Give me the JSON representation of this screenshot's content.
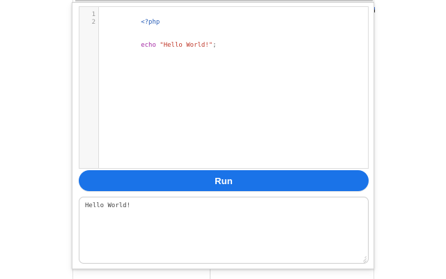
{
  "popup": {
    "name": "php-runner-popup"
  },
  "editor": {
    "name": "php-code-editor",
    "language": "php",
    "line_numbers": [
      "1",
      "2"
    ],
    "lines": [
      {
        "number": "1",
        "tokens": [
          {
            "text": "<?php",
            "type": "tag"
          }
        ]
      },
      {
        "number": "2",
        "tokens": [
          {
            "text": "echo",
            "type": "keyword"
          },
          {
            "text": " ",
            "type": "plain"
          },
          {
            "text": "\"Hello World!\"",
            "type": "string"
          },
          {
            "text": ";",
            "type": "punct"
          }
        ]
      }
    ],
    "plain_text": "<?php\necho \"Hello World!\";"
  },
  "toolbar": {
    "run_label": "Run",
    "run_color": "#1a73e8"
  },
  "output": {
    "name": "output-console",
    "placeholder": "",
    "value": "Hello World!",
    "lines": [
      "Hello World!"
    ]
  },
  "background": {
    "accent_orange": "#f4a07a",
    "accent_blue": "#1442c8",
    "accent_blue_light": "#8aa8e6"
  }
}
